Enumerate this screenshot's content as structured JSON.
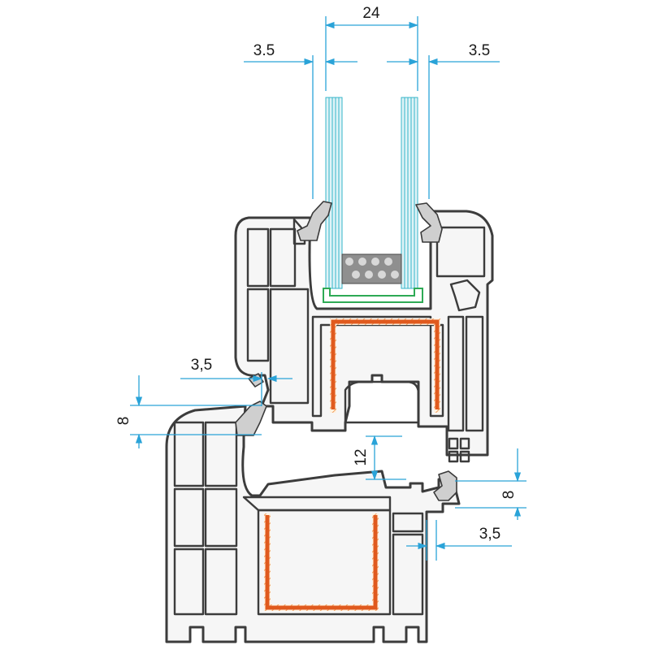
{
  "diagram": {
    "dimensions": {
      "glass_gap": "24",
      "rebate_left_top": "3.5",
      "rebate_right_top": "3.5",
      "sash_overlap": "3,5",
      "gasket_height_left": "8",
      "frame_height": "12",
      "gasket_height_right": "8",
      "rebate_right_bottom": "3,5"
    },
    "colors": {
      "profile_stroke": "#3c3c3c",
      "dimension_lines": "#2aa3d8",
      "steel_reinforcement": "#e05a1e",
      "glass": "#36b6c8",
      "glazing_bead": "#2eaa55"
    }
  }
}
